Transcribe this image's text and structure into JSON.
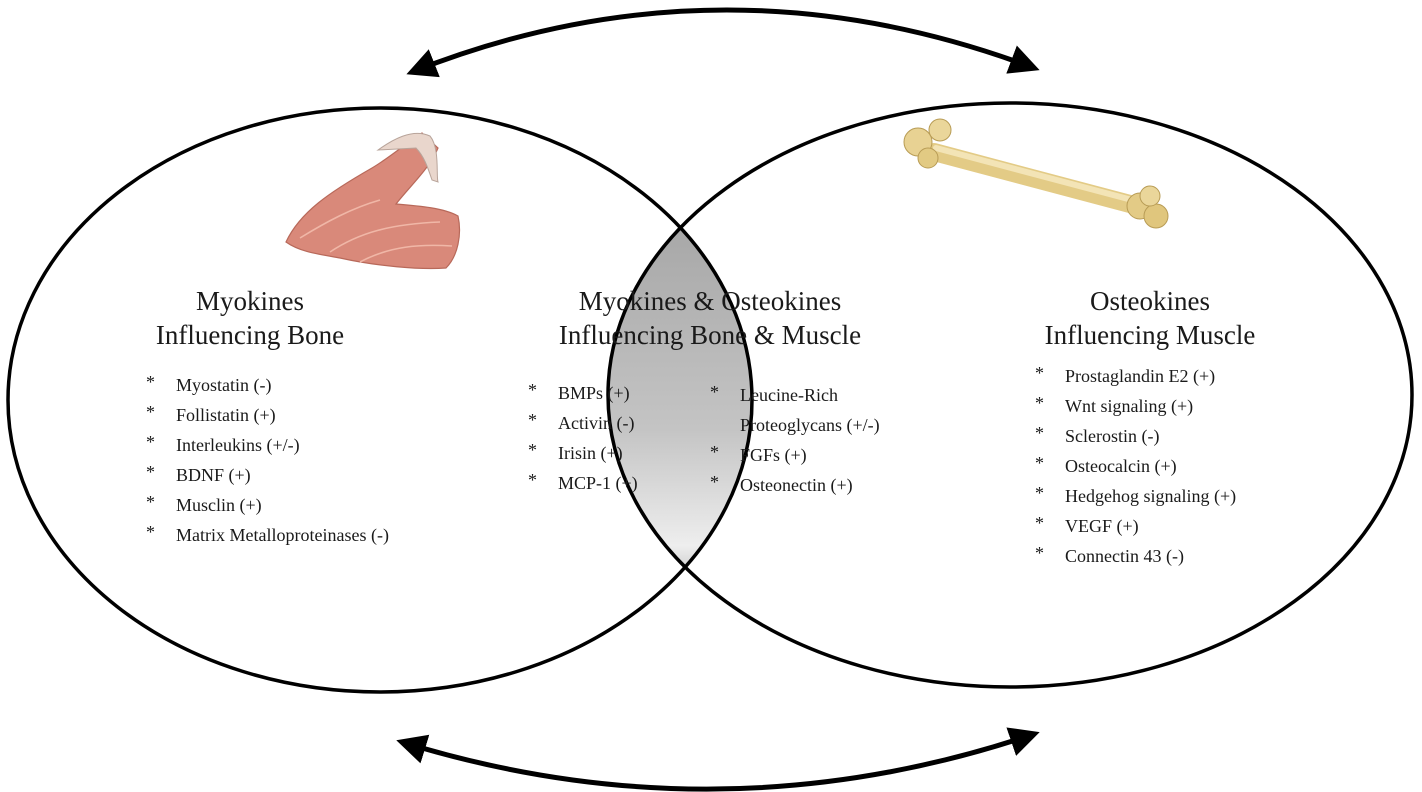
{
  "left": {
    "title_line1": "Myokines",
    "title_line2": "Influencing Bone",
    "items": [
      "Myostatin (-)",
      "Follistatin (+)",
      "Interleukins (+/-)",
      "BDNF (+)",
      "Musclin (+)",
      "Matrix Metalloproteinases (-)"
    ]
  },
  "center": {
    "title_line1": "Myokines & Osteokines",
    "title_line2": "Influencing Bone & Muscle",
    "col1": [
      "BMPs (+)",
      "Activin (-)",
      "Irisin (+)",
      "MCP-1 (+)"
    ],
    "col2_first_line1": "Leucine-Rich",
    "col2_first_line2": "Proteoglycans  (+/-)",
    "col2_rest": [
      "FGFs (+)",
      "Osteonectin (+)"
    ]
  },
  "right": {
    "title_line1": "Osteokines",
    "title_line2": "Influencing Muscle",
    "items": [
      "Prostaglandin E2 (+)",
      "Wnt signaling (+)",
      "Sclerostin (-)",
      "Osteocalcin (+)",
      "Hedgehog signaling (+)",
      "VEGF (+)",
      "Connectin 43 (-)"
    ]
  },
  "bullet": "*",
  "icons": {
    "muscle": "flexed-arm-muscle-icon",
    "bone": "long-bone-icon"
  },
  "colors": {
    "outline": "#000000",
    "overlap_top": "#9b9b9b",
    "overlap_bottom": "#ffffff",
    "muscle": "#d98a74",
    "bone": "#e6cf8c"
  }
}
